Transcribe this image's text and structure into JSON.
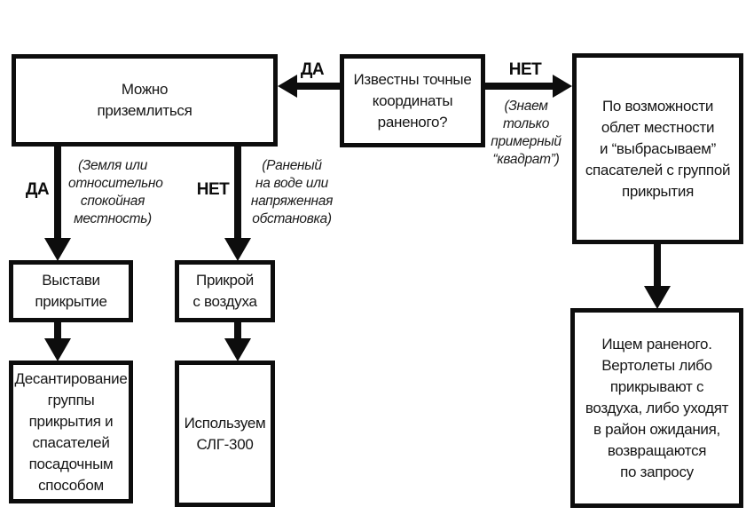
{
  "diagram": {
    "title": "Rescue decision flowchart (Russian)",
    "colors": {
      "line": "#0d0d0d",
      "background": "#ffffff"
    },
    "boxes": {
      "coords_known": {
        "text": "Известны точные\nкоординаты\nраненого?"
      },
      "can_land": {
        "text": "Можно\nприземлиться"
      },
      "overfly": {
        "text": "По возможности\nоблет местности\nи “выбрасываем”\nспасателей с группой\nприкрытия"
      },
      "set_cover": {
        "text": "Выстави\nприкрытие"
      },
      "cover_air": {
        "text": "Прикрой\nс воздуха"
      },
      "landing_party": {
        "text": "Десантирование\nгруппы\nприкрытия и\nспасателей\nпосадочным\nспособом"
      },
      "use_slg": {
        "text": "Используем\nСЛГ-300"
      },
      "search_wounded": {
        "text": "Ищем раненого.\nВертолеты либо\nприкрывают с\nвоздуха, либо уходят\nв район ожидания,\nвозвращаются\nпо запросу"
      }
    },
    "labels": {
      "yes_top": "ДА",
      "no_top": "НЕТ",
      "yes_left": "ДА",
      "no_mid": "НЕТ"
    },
    "notes": {
      "approx_square": "(Знаем\nтолько\nпримерный\n“квадрат”)",
      "calm_terrain": "(Земля или\nотносительно\nспокойная\nместность)",
      "water_or_tension": "(Раненый\nна воде или\nнапряженная\nобстановка)"
    }
  }
}
